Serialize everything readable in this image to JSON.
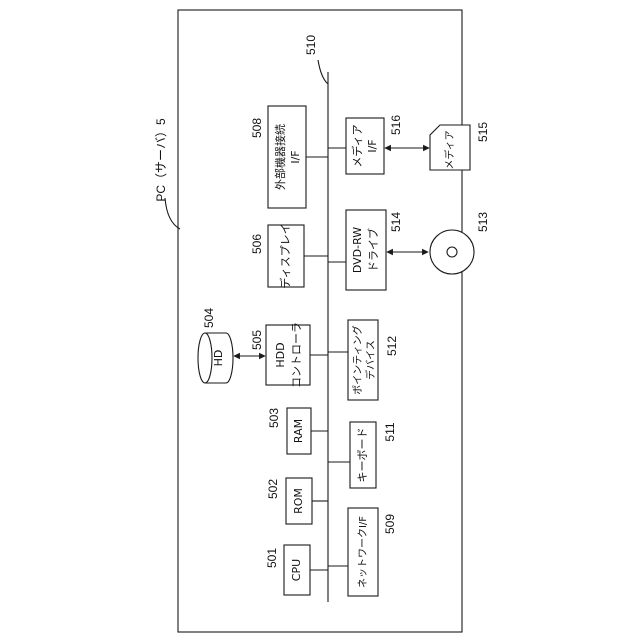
{
  "frame_label": "PC（サーバ）5",
  "bus_number": "510",
  "blocks": {
    "cpu": {
      "label": "CPU",
      "number": "501"
    },
    "rom": {
      "label": "ROM",
      "number": "502"
    },
    "ram": {
      "label": "RAM",
      "number": "503"
    },
    "hd": {
      "label": "HD",
      "number": "504"
    },
    "hdd_controller": {
      "label": [
        "HDD",
        "コントローラ"
      ],
      "number": "505"
    },
    "display": {
      "label": "ディスプレイ",
      "number": "506"
    },
    "external_if": {
      "label": [
        "外部機器接続",
        "I/F"
      ],
      "number": "508"
    },
    "network_if": {
      "label": "ネットワークI/F",
      "number": "509"
    },
    "keyboard": {
      "label": "キーボード",
      "number": "511"
    },
    "pointing_device": {
      "label": [
        "ポインティング",
        "デバイス"
      ],
      "number": "512"
    },
    "disk": {
      "number": "513"
    },
    "dvd_drive": {
      "label": [
        "DVD-RW",
        "ドライブ"
      ],
      "number": "514"
    },
    "media": {
      "label": "メディア",
      "number": "515"
    },
    "media_if": {
      "label": [
        "メディア",
        "I/F"
      ],
      "number": "516"
    }
  }
}
